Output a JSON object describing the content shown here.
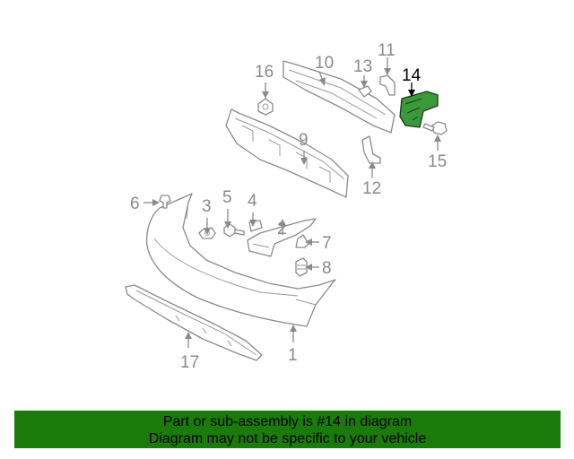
{
  "callouts": {
    "c1": "1",
    "c2": "2",
    "c3": "3",
    "c4": "4",
    "c5": "5",
    "c6": "6",
    "c7": "7",
    "c8": "8",
    "c9": "9",
    "c10": "10",
    "c11": "11",
    "c12": "12",
    "c13": "13",
    "c14": "14",
    "c15": "15",
    "c16": "16",
    "c17": "17"
  },
  "highlighted_part": "14",
  "colors": {
    "banner": "#1a7a0a",
    "highlight_part": "#3a9a3a",
    "line": "#8a8a8a"
  },
  "banner": {
    "line1": "Part or sub-assembly is #14 in diagram",
    "line2": "Diagram may not be specific to your vehicle"
  }
}
